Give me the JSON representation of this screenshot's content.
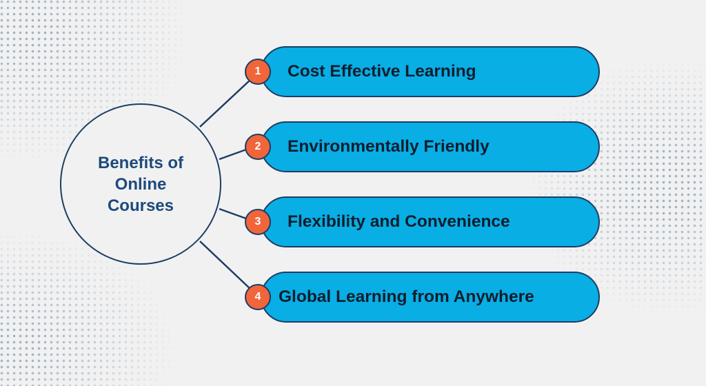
{
  "hub": {
    "title": "Benefits of Online Courses"
  },
  "benefits": [
    {
      "number": "1",
      "label": "Cost Effective Learning"
    },
    {
      "number": "2",
      "label": "Environmentally Friendly"
    },
    {
      "number": "3",
      "label": "Flexibility and Convenience"
    },
    {
      "number": "4",
      "label": "Global Learning from Anywhere"
    }
  ],
  "colors": {
    "pill_fill": "#08aee4",
    "badge_fill": "#f1653b",
    "outline": "#1c3d64",
    "hub_text": "#1c4a7c",
    "background": "#f1f1f1"
  }
}
